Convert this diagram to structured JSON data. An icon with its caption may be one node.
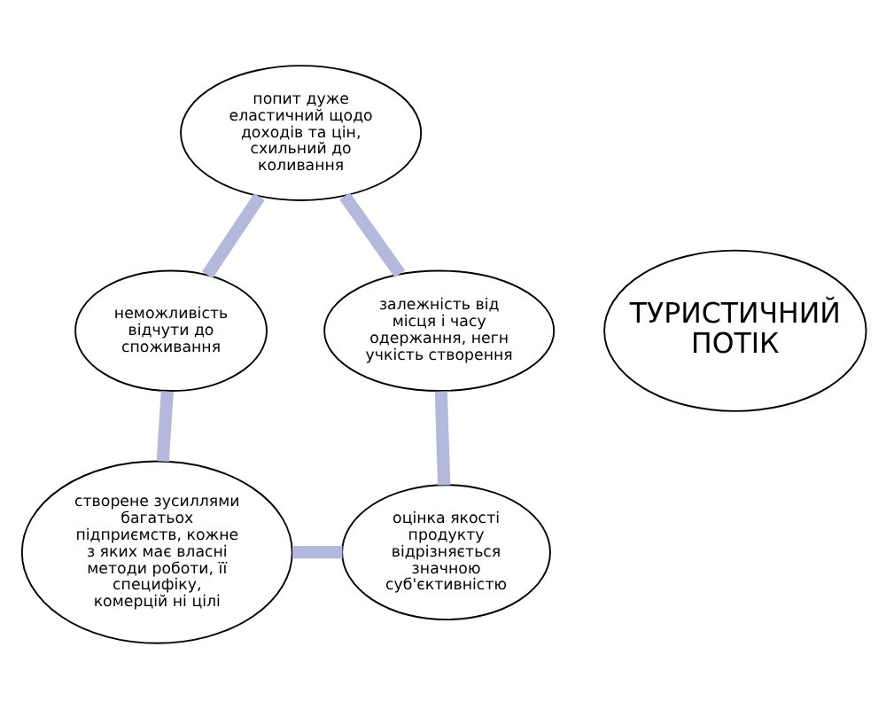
{
  "diagram": {
    "nodes": [
      {
        "text": [
          "попит дуже еластичний щодо доходів та цін, схильний до коливання"
        ]
      },
      {
        "text": [
          "неможливість відчути до споживання"
        ]
      },
      {
        "text": [
          "залежність від місця і часу одержання, негн учкість створення"
        ]
      },
      {
        "text": [
          "ТУРИСТИЧНИЙ ПОТІК"
        ]
      },
      {
        "text": [
          "створене зусиллями багатьох підприємств, кожне з яких має власні методи роботи, її специфіку, комерцій ні цілі"
        ]
      },
      {
        "text": [
          "оцінка якості продукту відрізняється значною суб'єктивністю"
        ]
      }
    ],
    "edges": [
      {
        "from": 0,
        "to": 2,
        "arrow": "none"
      },
      {
        "from": 2,
        "to": 5,
        "arrow": "none"
      },
      {
        "from": 4,
        "to": 5,
        "arrow": "none"
      },
      {
        "from": 1,
        "to": 4,
        "arrow": "none"
      },
      {
        "from": 0,
        "to": 1,
        "arrow": "none"
      }
    ]
  }
}
